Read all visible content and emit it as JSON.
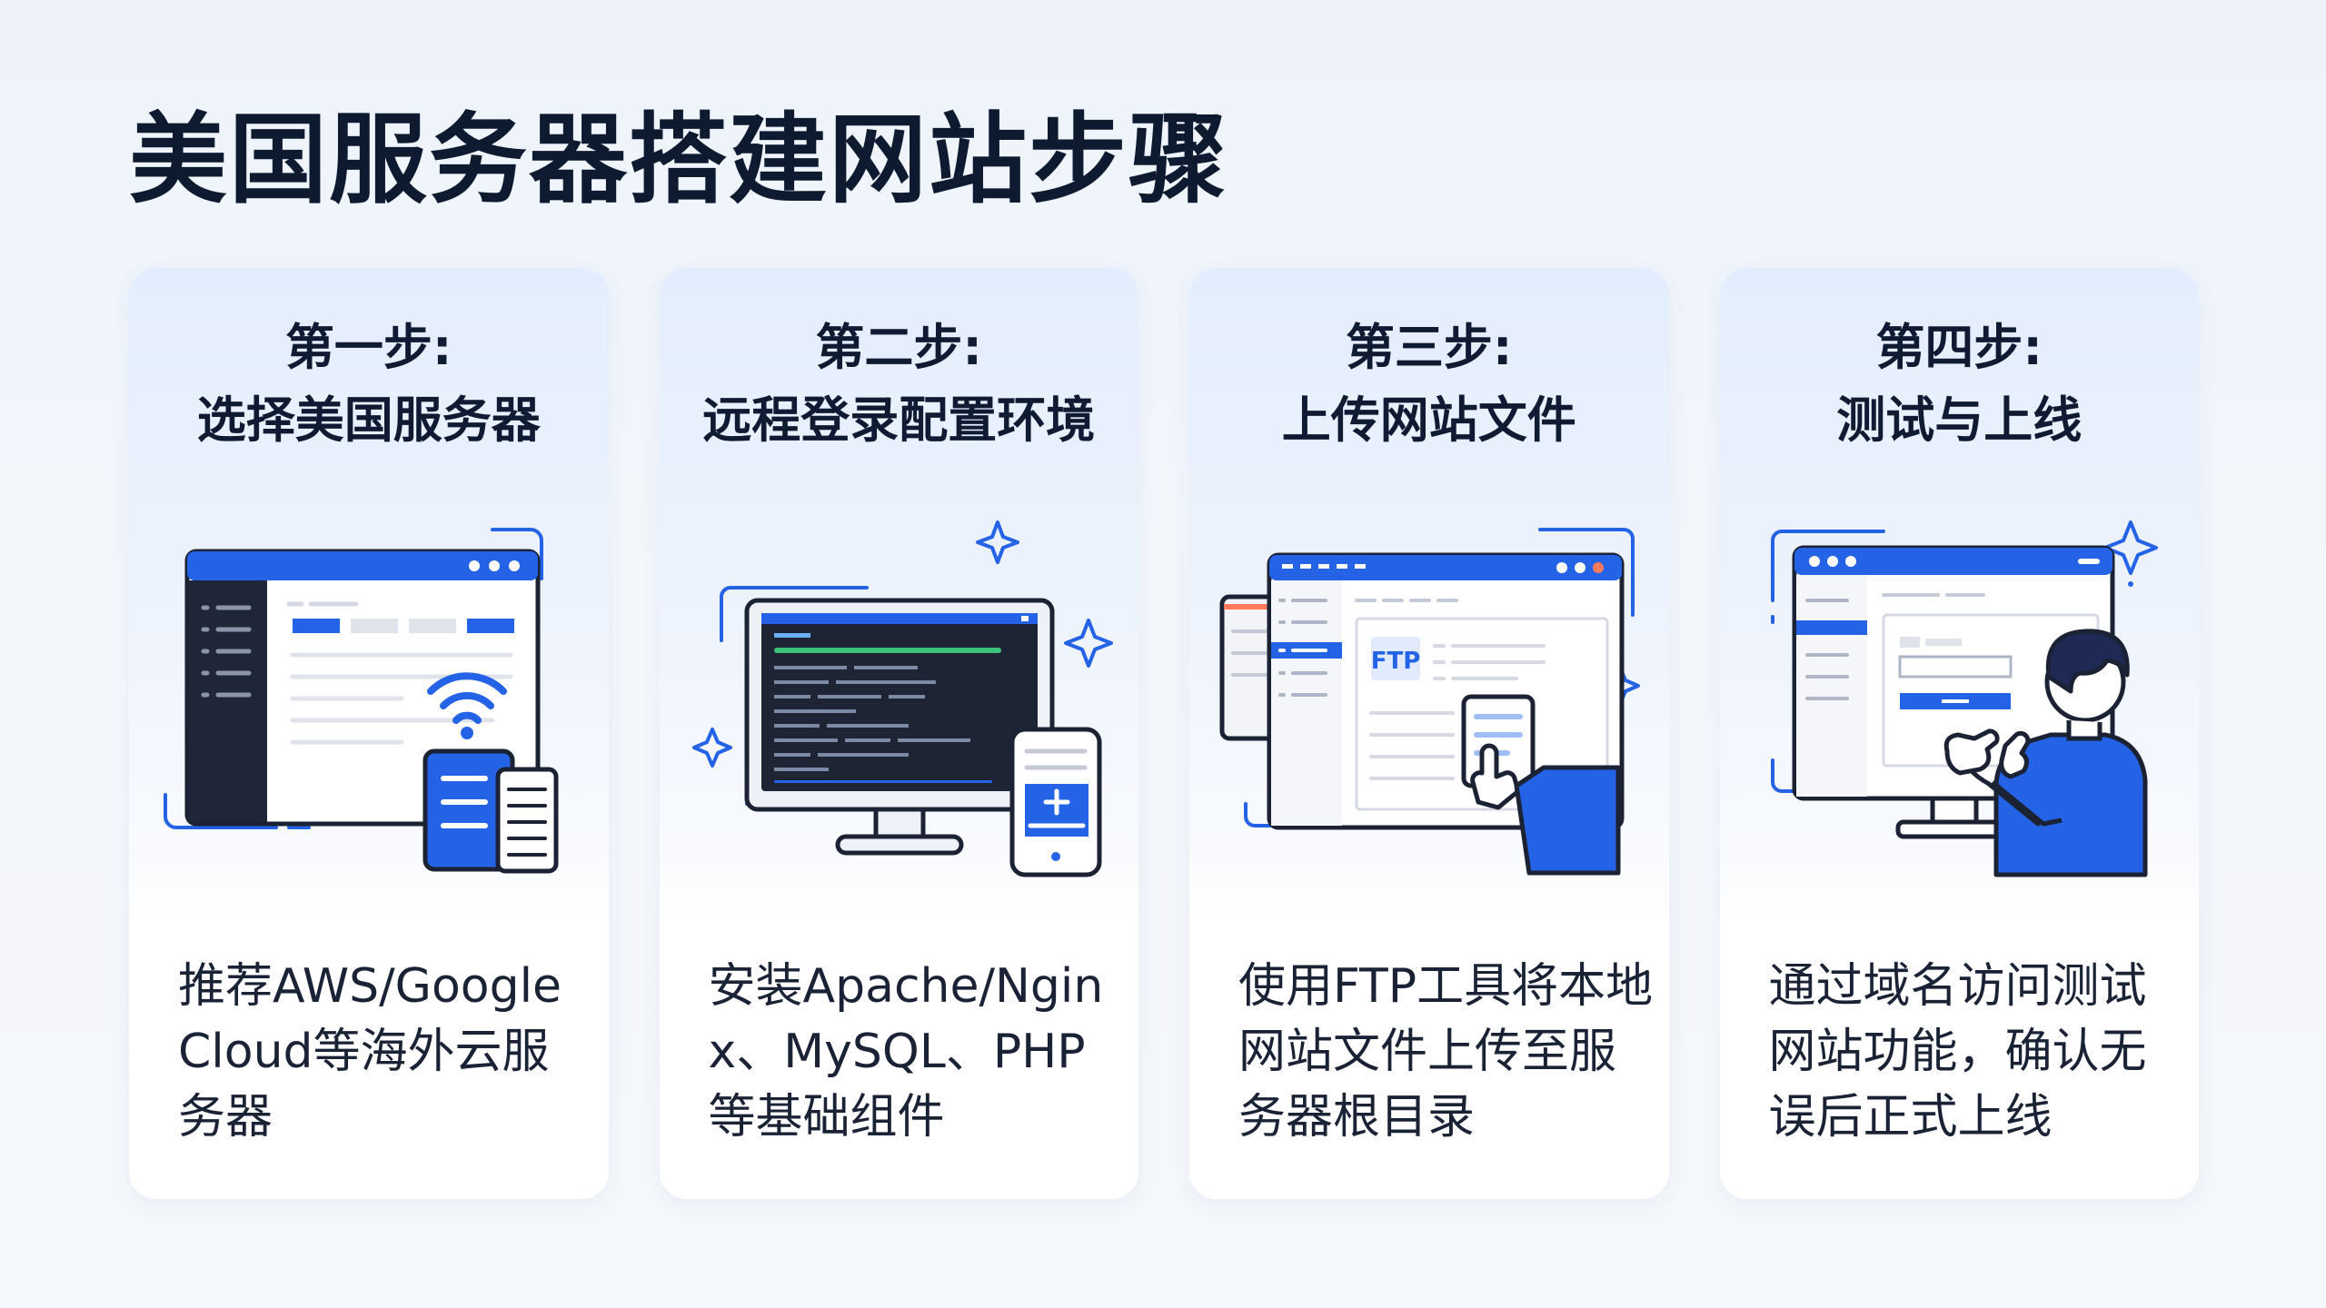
{
  "title": "美国服务器搭建网站步骤",
  "colors": {
    "accent": "#2463e6",
    "dark": "#1b2233",
    "card_top": "#e4edfd"
  },
  "steps": [
    {
      "label": "第一步:",
      "title": "选择美国服务器",
      "description_lines": [
        "推荐AWS/Google",
        "Cloud等海外云服",
        "务器"
      ],
      "icon": "server-browser-wifi-icon"
    },
    {
      "label": "第二步:",
      "title": "远程登录配置环境",
      "description_lines": [
        "安装Apache/Ngin",
        "x、MySQL、PHP",
        "等基础组件"
      ],
      "icon": "terminal-monitor-phone-icon"
    },
    {
      "label": "第三步:",
      "title": "上传网站文件",
      "description_lines": [
        "使用FTP工具将本地",
        "网站文件上传至服",
        "务器根目录"
      ],
      "icon": "ftp-upload-icon",
      "ftp_badge": "FTP"
    },
    {
      "label": "第四步:",
      "title": "测试与上线",
      "description_lines": [
        "通过域名访问测试",
        "网站功能，确认无",
        "误后正式上线"
      ],
      "icon": "testing-user-icon"
    }
  ]
}
